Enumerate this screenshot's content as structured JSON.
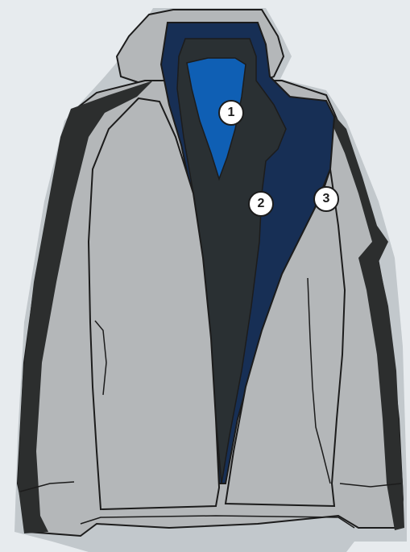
{
  "colors": {
    "background": "#e7ebee",
    "shadow": "#c2c8cc",
    "shell": "#b4b7b9",
    "dark_band": "#2c2e2e",
    "inner_layer": "#2a3033",
    "lining": "#172f55",
    "accent_blue": "#0f5fb4",
    "outline": "#1c1c1c"
  },
  "markers": [
    {
      "label": "1"
    },
    {
      "label": "2"
    },
    {
      "label": "3"
    }
  ]
}
